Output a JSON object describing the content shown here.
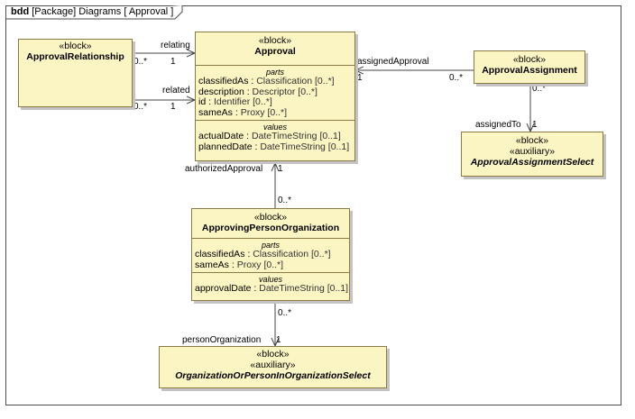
{
  "frame": {
    "kind": "bdd",
    "title": "[Package] Diagrams [ Approval ]"
  },
  "blocks": {
    "approval_relationship": {
      "stereotypes": [
        "«block»"
      ],
      "name": "ApprovalRelationship"
    },
    "approval": {
      "stereotypes": [
        "«block»"
      ],
      "name": "Approval",
      "parts_title": "parts",
      "parts": [
        {
          "name": "classifiedAs",
          "type": "Classification [0..*]"
        },
        {
          "name": "description",
          "type": "Descriptor [0..*]"
        },
        {
          "name": "id",
          "type": "Identifier [0..*]"
        },
        {
          "name": "sameAs",
          "type": "Proxy [0..*]"
        }
      ],
      "values_title": "values",
      "values": [
        {
          "name": "actualDate",
          "type": "DateTimeString [0..1]"
        },
        {
          "name": "plannedDate",
          "type": "DateTimeString [0..1]"
        }
      ]
    },
    "approval_assignment": {
      "stereotypes": [
        "«block»"
      ],
      "name": "ApprovalAssignment"
    },
    "approval_assignment_select": {
      "stereotypes": [
        "«block»",
        "«auxiliary»"
      ],
      "name": "ApprovalAssignmentSelect"
    },
    "approving_person_organization": {
      "stereotypes": [
        "«block»"
      ],
      "name": "ApprovingPersonOrganization",
      "parts_title": "parts",
      "parts": [
        {
          "name": "classifiedAs",
          "type": "Classification [0..*]"
        },
        {
          "name": "sameAs",
          "type": "Proxy [0..*]"
        }
      ],
      "values_title": "values",
      "values": [
        {
          "name": "approvalDate",
          "type": "DateTimeString [0..1]"
        }
      ]
    },
    "org_or_person_select": {
      "stereotypes": [
        "«block»",
        "«auxiliary»"
      ],
      "name": "OrganizationOrPersonInOrganizationSelect"
    }
  },
  "edges": {
    "relating": {
      "role": "relating",
      "source_mult": "0..*",
      "target_mult": "1"
    },
    "related": {
      "role": "related",
      "source_mult": "0..*",
      "target_mult": "1"
    },
    "assigned_approval": {
      "role": "assignedApproval",
      "source_mult": "0..*",
      "target_mult": "1"
    },
    "assigned_to": {
      "role": "assignedTo",
      "source_mult": "0..*",
      "target_mult": "1"
    },
    "authorized_approval": {
      "role": "authorizedApproval",
      "source_mult": "0..*",
      "target_mult": "1"
    },
    "person_organization": {
      "role": "personOrganization",
      "source_mult": "0..*",
      "target_mult": "1"
    }
  }
}
